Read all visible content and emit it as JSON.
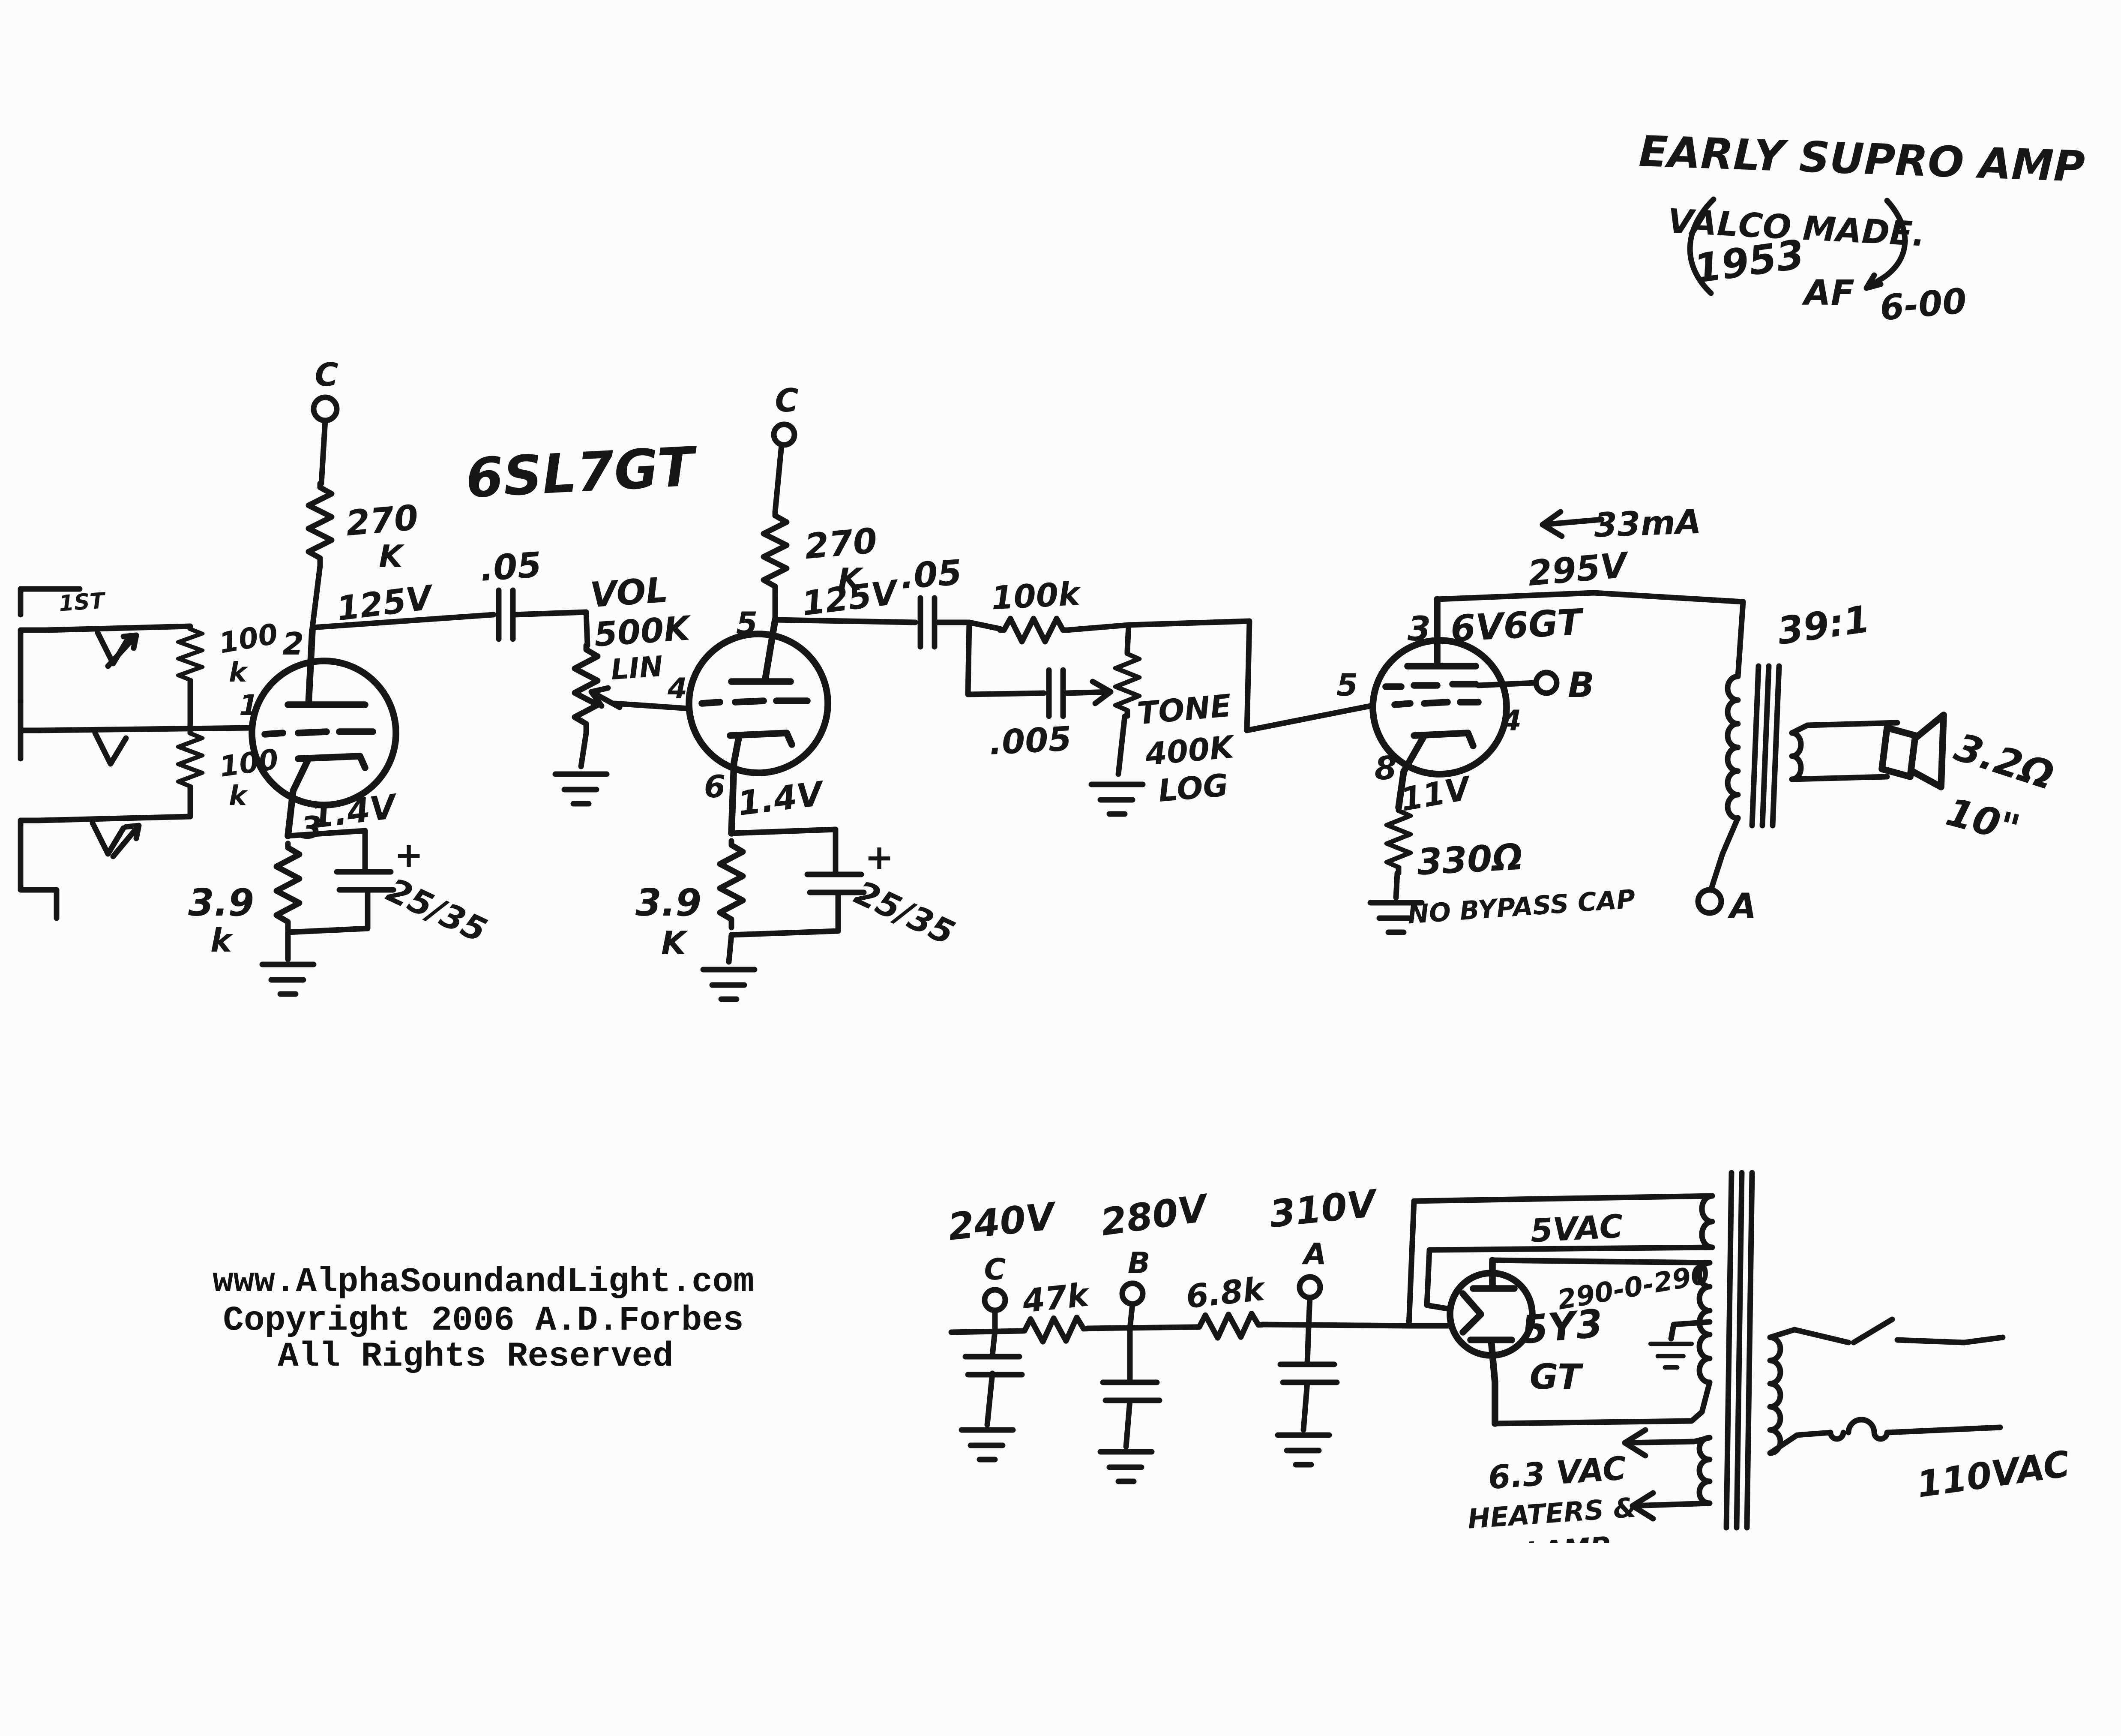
{
  "title": {
    "main": "EARLY SUPRO AMP",
    "maker": "VALCO MADE.",
    "year": "1953",
    "initials": "AF",
    "price": "6-00"
  },
  "footer": {
    "website": "www.AlphaSoundandLight.com",
    "copyright": "Copyright 2006  A.D.Forbes",
    "rights": "All Rights Reserved"
  },
  "input": {
    "label": "1ST",
    "pin": "1",
    "r1_value": "100",
    "r1_unit": "k",
    "r2_value": "100",
    "r2_unit": "k"
  },
  "preamp": {
    "tube": "6SL7GT",
    "stage1": {
      "terminal": "C",
      "ra_value": "270",
      "ra_unit": "K",
      "plate_v": "125V",
      "pin_plate": "2",
      "pin_cathode": "3",
      "cathode_v": "1.4V",
      "rk_value": "3.9",
      "rk_unit": "k",
      "cap_bypass": "25/35",
      "plus": "+",
      "cap_coupling": ".05"
    },
    "stage2": {
      "terminal": "C",
      "ra_value": "270",
      "ra_unit": "K",
      "plate_v": "125V",
      "pin_plate": "5",
      "pin_cathode": "6",
      "cathode_v": "1.4V",
      "rk_value": "3.9",
      "rk_unit": "K",
      "cap_bypass": "25/35",
      "plus": "+",
      "cap_coupling": ".05"
    }
  },
  "volume": {
    "name": "VOL",
    "value": "500K",
    "taper": "LIN",
    "pin": "4"
  },
  "tone": {
    "r_series": "100k",
    "cap": ".005",
    "name": "TONE",
    "value": "400K",
    "taper": "LOG"
  },
  "output_stage": {
    "tube": "6V6GT",
    "pin_plate": "3",
    "pin_grid": "5",
    "pin_screen": "4",
    "pin_cathode": "8",
    "terminal_screen": "B",
    "cathode_v": "11V",
    "rk": "330Ω",
    "note": "NO BYPASS CAP",
    "plate_v": "295V",
    "current": "33mA",
    "terminal_plate": "A"
  },
  "output_transformer": {
    "ratio": "39:1"
  },
  "speaker": {
    "impedance": "3.2Ω",
    "size": "10\""
  },
  "power_supply": {
    "v_c": "240V",
    "t_c": "C",
    "v_b": "280V",
    "t_b": "B",
    "v_a": "310V",
    "t_a": "A",
    "r1": "47k",
    "r2": "6.8k",
    "rectifier_line1": "5Y3",
    "rectifier_line2": "GT",
    "winding_rect": "5VAC",
    "winding_ht": "290-0-290",
    "winding_heater1": "6.3 VAC",
    "winding_heater2": "HEATERS &",
    "winding_heater3": "LAMP",
    "mains": "110VAC"
  }
}
